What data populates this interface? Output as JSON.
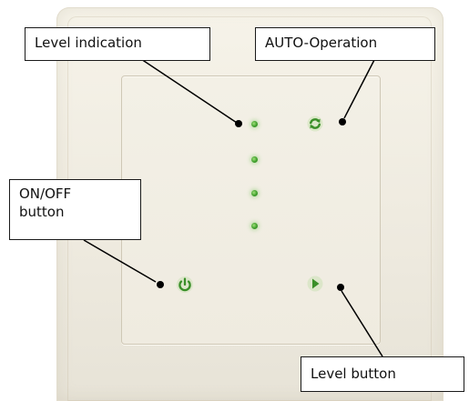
{
  "callouts": {
    "level_indication": "Level indication",
    "auto_operation": "AUTO-Operation",
    "on_off_line1": "ON/OFF",
    "on_off_line2": "button",
    "level_button": "Level button"
  },
  "level_leds_count": 4,
  "colors": {
    "led_green": "#3f9f2c",
    "panel": "#efebe0",
    "wall_plate": "#eeeadf"
  },
  "icons": {
    "power": "power-icon",
    "auto": "auto-cycle-icon",
    "level": "play-triangle-icon"
  }
}
